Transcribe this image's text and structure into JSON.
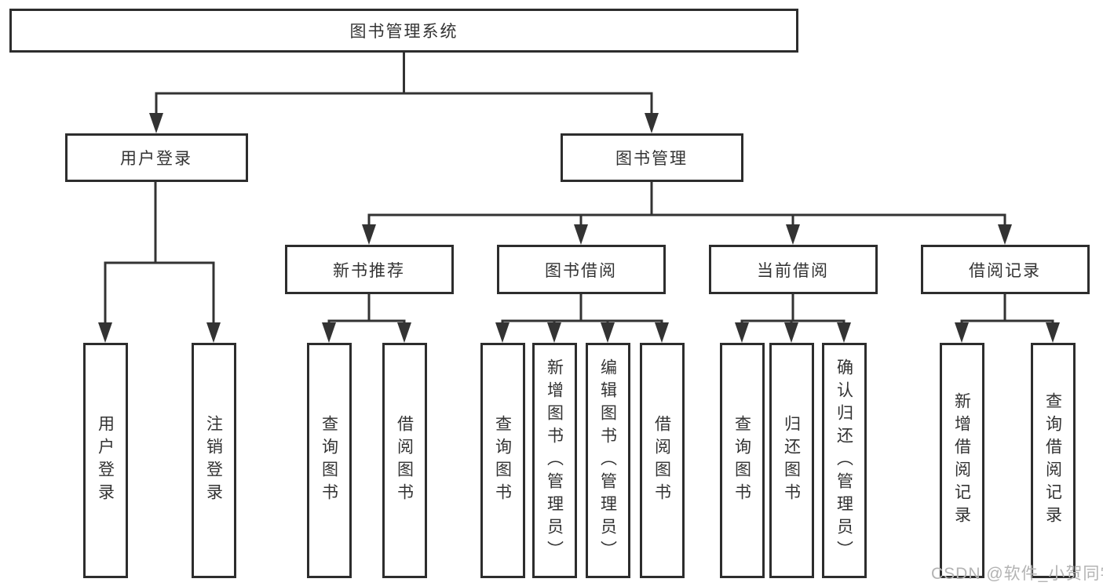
{
  "tree": {
    "root": {
      "label": "图书管理系统",
      "children": [
        {
          "label": "用户登录",
          "children": [
            {
              "label": "用户登录"
            },
            {
              "label": "注销登录"
            }
          ]
        },
        {
          "label": "图书管理",
          "children": [
            {
              "label": "新书推荐",
              "children": [
                {
                  "label": "查询图书"
                },
                {
                  "label": "借阅图书"
                }
              ]
            },
            {
              "label": "图书借阅",
              "children": [
                {
                  "label": "查询图书"
                },
                {
                  "label": "新增图书（管理员）"
                },
                {
                  "label": "编辑图书（管理员）"
                },
                {
                  "label": "借阅图书"
                }
              ]
            },
            {
              "label": "当前借阅",
              "children": [
                {
                  "label": "查询图书"
                },
                {
                  "label": "归还图书"
                },
                {
                  "label": "确认归还（管理员）"
                }
              ]
            },
            {
              "label": "借阅记录",
              "children": [
                {
                  "label": "新增借阅记录"
                },
                {
                  "label": "查询借阅记录"
                }
              ]
            }
          ]
        }
      ]
    },
    "watermark": "CSDN @软件_小贺同学",
    "colors": {
      "line": "#333333",
      "box_border": "#2d2d2d",
      "text": "#333333",
      "watermark": "#b3b3b3",
      "background": "#ffffff"
    }
  }
}
